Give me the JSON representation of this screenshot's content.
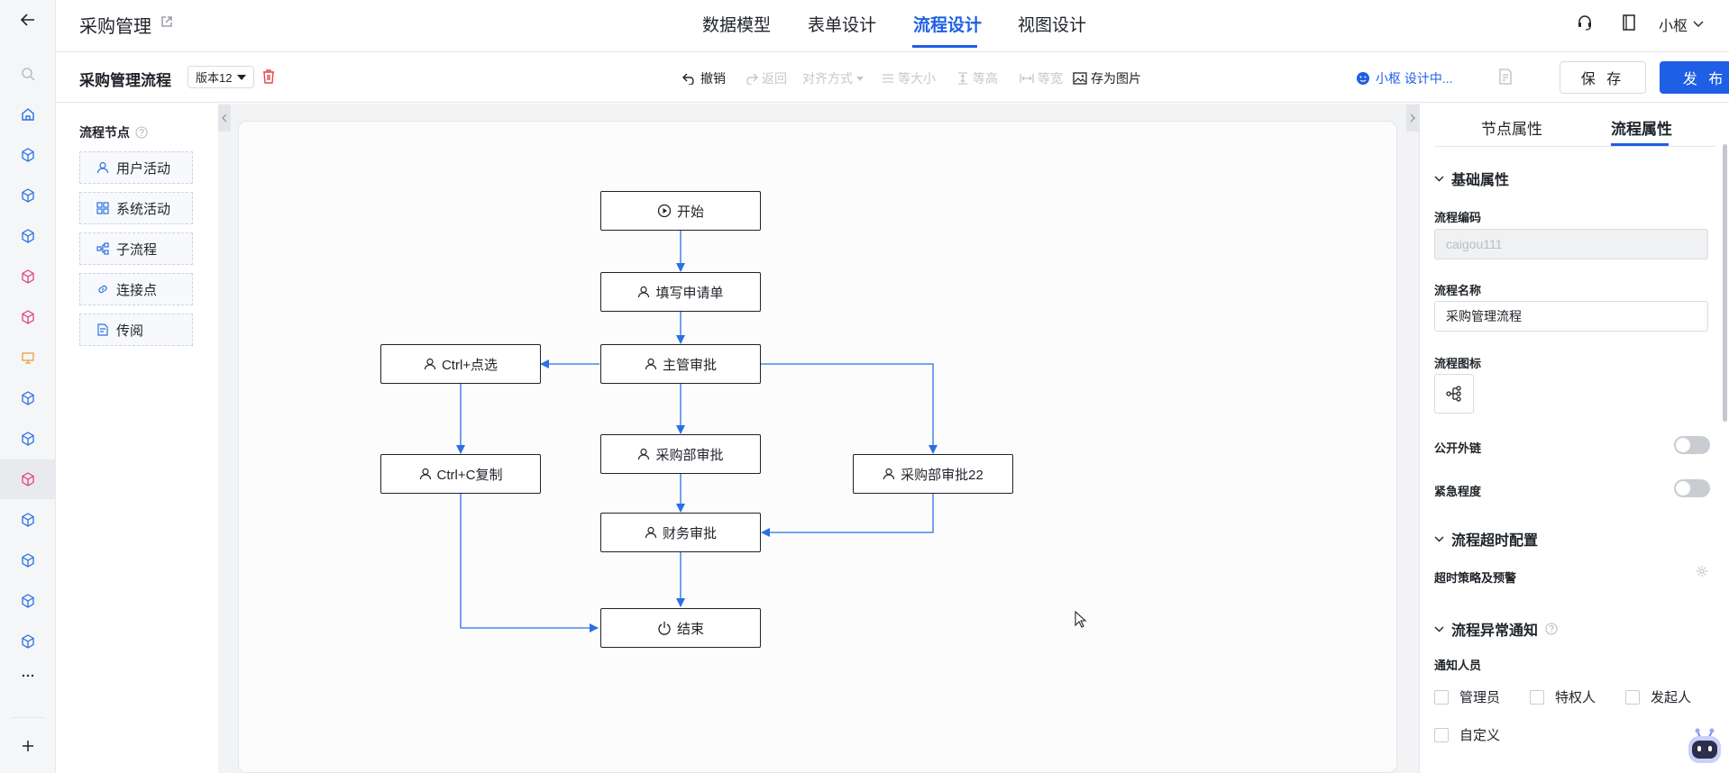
{
  "header": {
    "app_title": "采购管理",
    "nav_tabs": [
      {
        "label": "数据模型"
      },
      {
        "label": "表单设计"
      },
      {
        "label": "流程设计",
        "active": true
      },
      {
        "label": "视图设计"
      }
    ],
    "user_name": "小枢"
  },
  "toolbar": {
    "flow_title": "采购管理流程",
    "version": "版本12",
    "tools": {
      "undo": "撤销",
      "redo": "返回",
      "align": "对齐方式",
      "same_size": "等大小",
      "same_height": "等高",
      "same_width": "等宽",
      "save_image": "存为图片"
    },
    "status": "小枢 设计中...",
    "save_label": "保 存",
    "publish_label": "发 布"
  },
  "palette": {
    "title": "流程节点",
    "items": [
      {
        "label": "用户活动",
        "icon": "user-icon"
      },
      {
        "label": "系统活动",
        "icon": "grid-icon"
      },
      {
        "label": "子流程",
        "icon": "subflow-icon"
      },
      {
        "label": "连接点",
        "icon": "link-icon"
      },
      {
        "label": "传阅",
        "icon": "document-icon"
      }
    ]
  },
  "flow": {
    "nodes": {
      "start": "开始",
      "fill": "填写申请单",
      "manager": "主管审批",
      "ctrl_click": "Ctrl+点选",
      "ctrl_c": "Ctrl+C复制",
      "purchase": "采购部审批",
      "purchase22": "采购部审批22",
      "finance": "财务审批",
      "end": "结束"
    },
    "edge_color": "#2b6fe6"
  },
  "props": {
    "tabs": [
      {
        "label": "节点属性"
      },
      {
        "label": "流程属性",
        "active": true
      }
    ],
    "basic": {
      "title": "基础属性",
      "code_label": "流程编码",
      "code_value": "caigou111",
      "name_label": "流程名称",
      "name_value": "采购管理流程",
      "icon_label": "流程图标",
      "public_link_label": "公开外链",
      "public_link_on": false,
      "urgency_label": "紧急程度",
      "urgency_on": false
    },
    "timeout": {
      "title": "流程超时配置",
      "policy_label": "超时策略及预警"
    },
    "exception": {
      "title": "流程异常通知",
      "notify_label": "通知人员",
      "options": [
        "管理员",
        "特权人",
        "发起人",
        "自定义"
      ]
    }
  },
  "colors": {
    "accent": "#1f5fe6",
    "danger": "#e5484d"
  }
}
